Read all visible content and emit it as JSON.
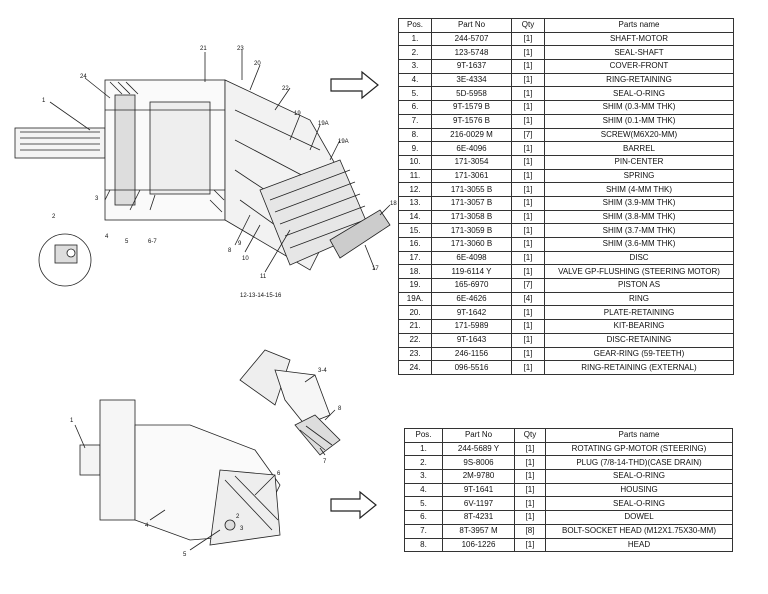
{
  "diagram1": {
    "callouts": [
      "1",
      "2",
      "3",
      "4",
      "5",
      "6-7",
      "8",
      "9",
      "10",
      "11",
      "12-13-14-15-16",
      "17",
      "18",
      "19",
      "19A",
      "19A",
      "20",
      "21",
      "22",
      "23",
      "24"
    ]
  },
  "diagram2": {
    "callouts": [
      "1",
      "2",
      "3",
      "4",
      "5",
      "6",
      "7",
      "8",
      "3-4"
    ]
  },
  "table1": {
    "headers": [
      "Pos.",
      "Part No",
      "Qty",
      "Parts name"
    ],
    "rows": [
      [
        "1.",
        "244-5707",
        "[1]",
        "SHAFT-MOTOR"
      ],
      [
        "2.",
        "123-5748",
        "[1]",
        "SEAL-SHAFT"
      ],
      [
        "3.",
        "9T-1637",
        "[1]",
        "COVER-FRONT"
      ],
      [
        "4.",
        "3E-4334",
        "[1]",
        "RING-RETAINING"
      ],
      [
        "5.",
        "5D-5958",
        "[1]",
        "SEAL-O-RING"
      ],
      [
        "6.",
        "9T-1579 B",
        "[1]",
        "SHIM (0.3-MM THK)"
      ],
      [
        "7.",
        "9T-1576 B",
        "[1]",
        "SHIM (0.1-MM THK)"
      ],
      [
        "8.",
        "216-0029 M",
        "[7]",
        "SCREW(M6X20-MM)"
      ],
      [
        "9.",
        "6E-4096",
        "[1]",
        "BARREL"
      ],
      [
        "10.",
        "171-3054",
        "[1]",
        "PIN-CENTER"
      ],
      [
        "11.",
        "171-3061",
        "[1]",
        "SPRING"
      ],
      [
        "12.",
        "171-3055 B",
        "[1]",
        "SHIM (4-MM THK)"
      ],
      [
        "13.",
        "171-3057 B",
        "[1]",
        "SHIM (3.9-MM THK)"
      ],
      [
        "14.",
        "171-3058 B",
        "[1]",
        "SHIM (3.8-MM THK)"
      ],
      [
        "15.",
        "171-3059 B",
        "[1]",
        "SHIM (3.7-MM THK)"
      ],
      [
        "16.",
        "171-3060 B",
        "[1]",
        "SHIM (3.6-MM THK)"
      ],
      [
        "17.",
        "6E-4098",
        "[1]",
        "DISC"
      ],
      [
        "18.",
        "119-6114 Y",
        "[1]",
        "VALVE GP-FLUSHING (STEERING MOTOR)"
      ],
      [
        "19.",
        "165-6970",
        "[7]",
        "PISTON AS"
      ],
      [
        "19A.",
        "6E-4626",
        "[4]",
        "RING"
      ],
      [
        "20.",
        "9T-1642",
        "[1]",
        "PLATE-RETAINING"
      ],
      [
        "21.",
        "171-5989",
        "[1]",
        "KIT-BEARING"
      ],
      [
        "22.",
        "9T-1643",
        "[1]",
        "DISC-RETAINING"
      ],
      [
        "23.",
        "246-1156",
        "[1]",
        "GEAR-RING (59-TEETH)"
      ],
      [
        "24.",
        "096-5516",
        "[1]",
        "RING-RETAINING (EXTERNAL)"
      ]
    ]
  },
  "table2": {
    "headers": [
      "Pos.",
      "Part No",
      "Qty",
      "Parts name"
    ],
    "rows": [
      [
        "1.",
        "244-5689 Y",
        "[1]",
        "ROTATING GP-MOTOR (STEERING)"
      ],
      [
        "2.",
        "9S-8006",
        "[1]",
        "PLUG (7/8-14-THD)(CASE DRAIN)"
      ],
      [
        "3.",
        "2M-9780",
        "[1]",
        "SEAL-O-RING"
      ],
      [
        "4.",
        "9T-1641",
        "[1]",
        "HOUSING"
      ],
      [
        "5.",
        "6V-1197",
        "[1]",
        "SEAL-O-RING"
      ],
      [
        "6.",
        "8T-4231",
        "[1]",
        "DOWEL"
      ],
      [
        "7.",
        "8T-3957 M",
        "[8]",
        "BOLT-SOCKET HEAD (M12X1.75X30-MM)"
      ],
      [
        "8.",
        "106-1226",
        "[1]",
        "HEAD"
      ]
    ]
  }
}
